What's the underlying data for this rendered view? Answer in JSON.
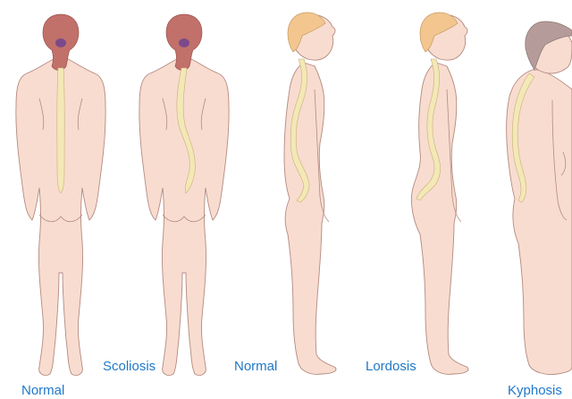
{
  "figures": [
    {
      "view": "back",
      "hair": "red",
      "spine": "straight",
      "label": "Normal"
    },
    {
      "view": "back",
      "hair": "red",
      "spine": "s-curve",
      "label": "Scoliosis"
    },
    {
      "view": "side",
      "hair": "blond",
      "spine": "normal",
      "label": "Normal"
    },
    {
      "view": "side",
      "hair": "blond",
      "spine": "lordotic",
      "label": "Lordosis"
    },
    {
      "view": "side",
      "hair": "grey",
      "spine": "kyphotic",
      "label": "Kyphosis"
    }
  ],
  "colors": {
    "skin": "#f8dcd0",
    "skin_outline": "#b48a80",
    "spine": "#f3e8b6",
    "spine_outline": "#c8b077",
    "hair_red": "#c2706a",
    "hair_blond": "#f3c690",
    "hair_grey": "#b59c9a",
    "label": "#1f78c8"
  }
}
